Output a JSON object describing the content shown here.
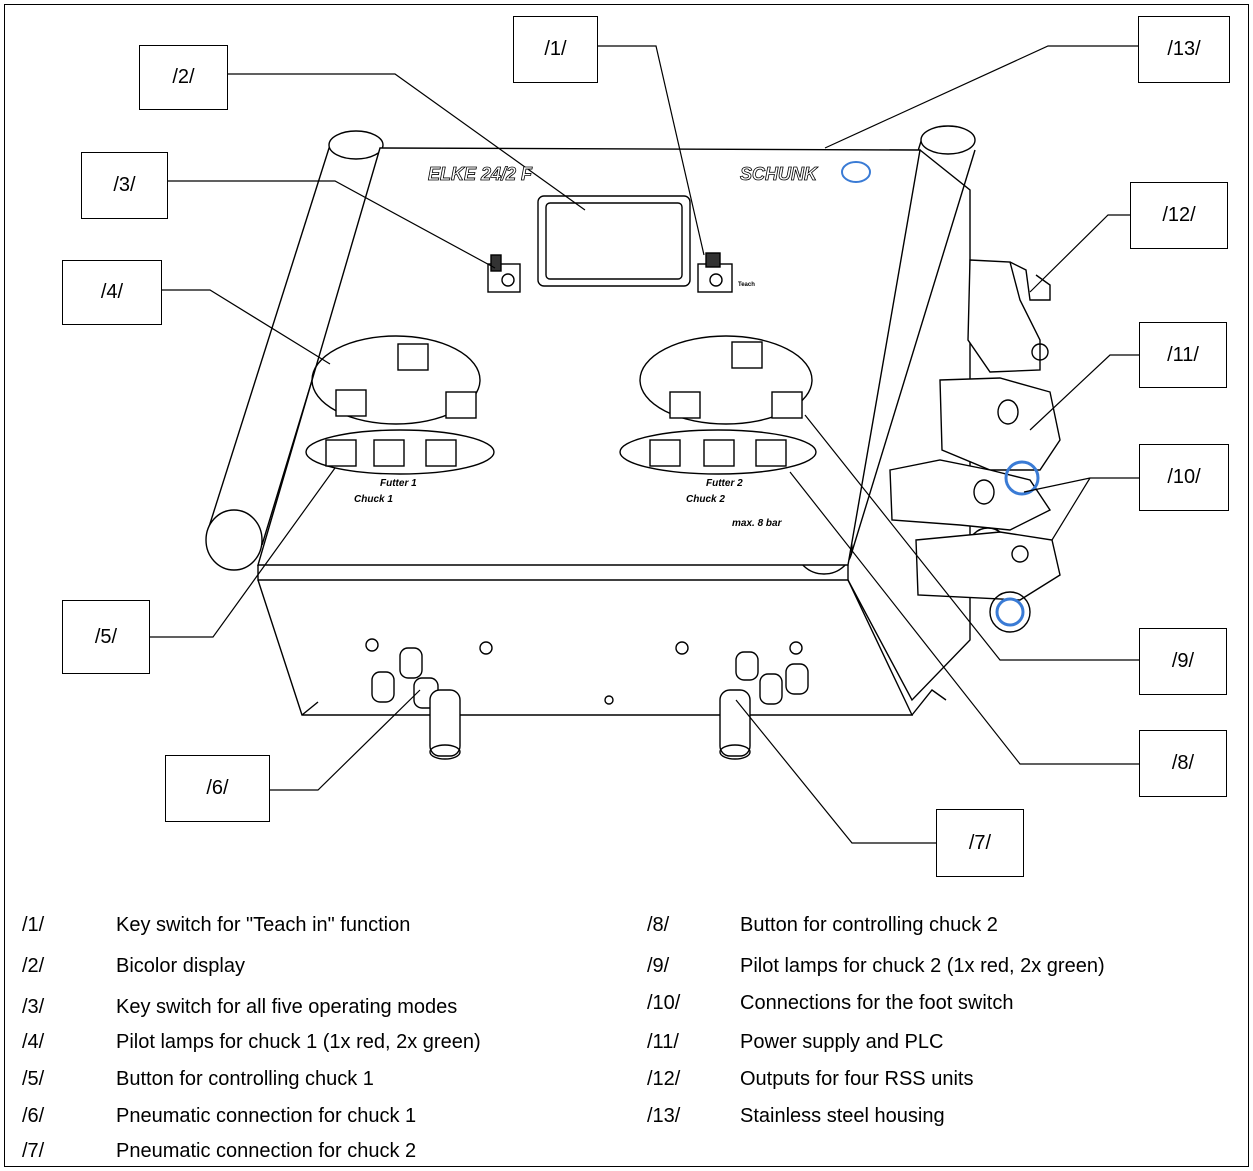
{
  "panel": {
    "brand_text": "SCHUNK",
    "model_text": "ELKE 24/2  F",
    "chuck1_de": "Futter 1",
    "chuck1_en": "Chuck 1",
    "chuck2_de": "Futter 2",
    "chuck2_en": "Chuck 2",
    "pressure_text": "max. 8 bar",
    "teach_text": "Teach"
  },
  "callouts": [
    {
      "id": "1",
      "label": "/1/"
    },
    {
      "id": "2",
      "label": "/2/"
    },
    {
      "id": "3",
      "label": "/3/"
    },
    {
      "id": "4",
      "label": "/4/"
    },
    {
      "id": "5",
      "label": "/5/"
    },
    {
      "id": "6",
      "label": "/6/"
    },
    {
      "id": "7",
      "label": "/7/"
    },
    {
      "id": "8",
      "label": "/8/"
    },
    {
      "id": "9",
      "label": "/9/"
    },
    {
      "id": "10",
      "label": "/10/"
    },
    {
      "id": "11",
      "label": "/11/"
    },
    {
      "id": "12",
      "label": "/12/"
    },
    {
      "id": "13",
      "label": "/13/"
    }
  ],
  "legend": [
    {
      "num": "/1/",
      "text": "Key switch for \"Teach in\" function"
    },
    {
      "num": "/2/",
      "text": "Bicolor display"
    },
    {
      "num": "/3/",
      "text": "Key switch for all five operating modes"
    },
    {
      "num": "/4/",
      "text": "Pilot lamps for chuck 1 (1x red, 2x green)"
    },
    {
      "num": "/5/",
      "text": "Button for controlling chuck 1"
    },
    {
      "num": "/6/",
      "text": "Pneumatic connection for chuck 1"
    },
    {
      "num": "/7/",
      "text": "Pneumatic connection for chuck 2"
    },
    {
      "num": "/8/",
      "text": "Button for controlling chuck 2"
    },
    {
      "num": "/9/",
      "text": "Pilot lamps for chuck 2 (1x red, 2x green)"
    },
    {
      "num": "/10/",
      "text": "Connections for the foot switch"
    },
    {
      "num": "/11/",
      "text": "Power supply and PLC"
    },
    {
      "num": "/12/",
      "text": "Outputs for four RSS units"
    },
    {
      "num": "/13/",
      "text": "Stainless steel housing"
    }
  ]
}
